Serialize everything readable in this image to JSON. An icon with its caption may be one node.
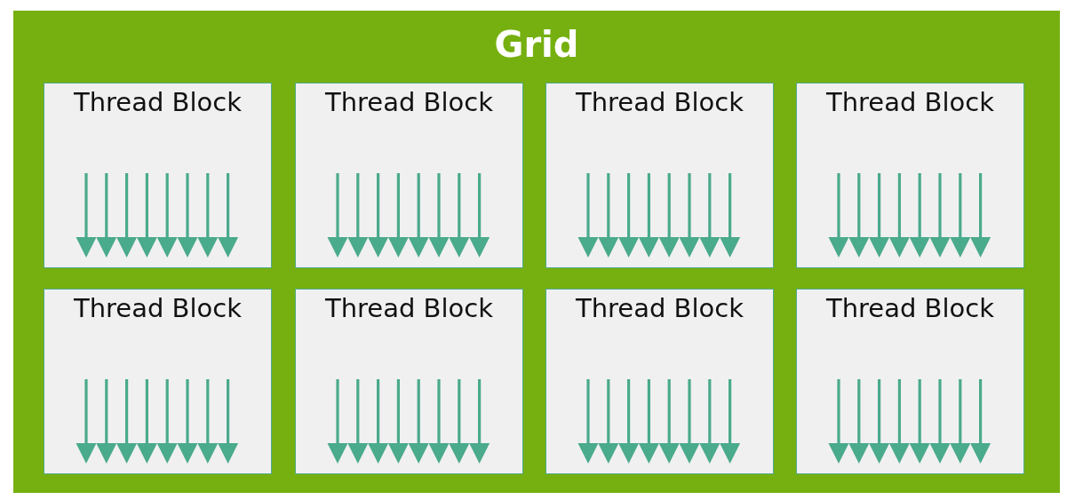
{
  "diagram": {
    "nodes": [
      {
        "text": [
          "Grid"
        ]
      },
      {
        "text": [
          "Thread Block"
        ],
        "in": 0
      },
      {
        "text": [
          "Thread Block"
        ],
        "in": 0
      },
      {
        "text": [
          "Thread Block"
        ],
        "in": 0
      },
      {
        "text": [
          "Thread Block"
        ],
        "in": 0
      },
      {
        "text": [
          "Thread Block"
        ],
        "in": 0
      },
      {
        "text": [
          "Thread Block"
        ],
        "in": 0
      },
      {
        "text": [
          "Thread Block"
        ],
        "in": 0
      },
      {
        "text": [
          "Thread Block"
        ],
        "in": 0
      }
    ]
  }
}
